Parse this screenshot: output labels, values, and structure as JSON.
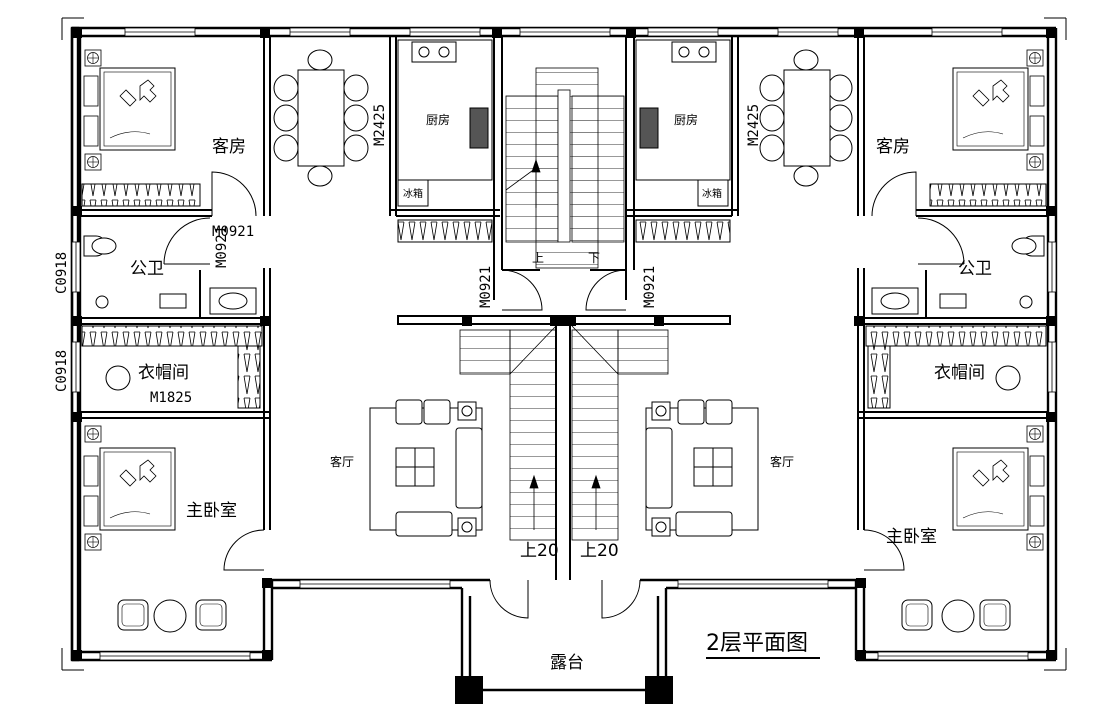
{
  "title": "2层平面图",
  "rooms": {
    "guest_room_left": "客房",
    "guest_room_right": "客房",
    "kitchen_left": "厨房",
    "kitchen_right": "厨房",
    "fridge_left": "冰箱",
    "fridge_right": "冰箱",
    "bath_left": "公卫",
    "bath_right": "公卫",
    "closet_left": "衣帽间",
    "closet_right": "衣帽间",
    "living_left": "客厅",
    "living_right": "客厅",
    "master_left": "主卧室",
    "master_right": "主卧室",
    "terrace": "露台"
  },
  "codes": {
    "m2425_left": "M2425",
    "m2425_right": "M2425",
    "m0921_a": "M0921",
    "m0921_b": "M0921",
    "m0921_c": "M0921",
    "m0921_d": "M0921",
    "c0918_a": "C0918",
    "c0918_b": "C0918",
    "m1825": "M1825"
  },
  "stairs": {
    "up": "上",
    "down": "下",
    "up20_left": "上20",
    "up20_right": "上20"
  }
}
